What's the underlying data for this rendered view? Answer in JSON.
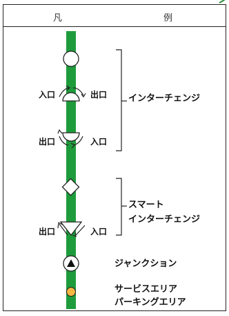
{
  "header": {
    "left": "凡",
    "right": "例"
  },
  "labels": {
    "ic_in_left": "入口",
    "ic_out_right": "出口",
    "ic_out_left": "出口",
    "ic_in_right": "入口",
    "interchange": "インターチェンジ",
    "smart_out_left": "出口",
    "smart_in_right": "入口",
    "smart_line1": "スマート",
    "smart_line2": "インターチェンジ",
    "junction": "ジャンクション",
    "sa_line1": "サービスエリア",
    "pa_line2": "パーキングエリア"
  },
  "colors": {
    "road": "#1e9c3c",
    "service_area": "#f5b642",
    "junction_fill": "#111111",
    "symbol_fill": "#ffffff"
  }
}
